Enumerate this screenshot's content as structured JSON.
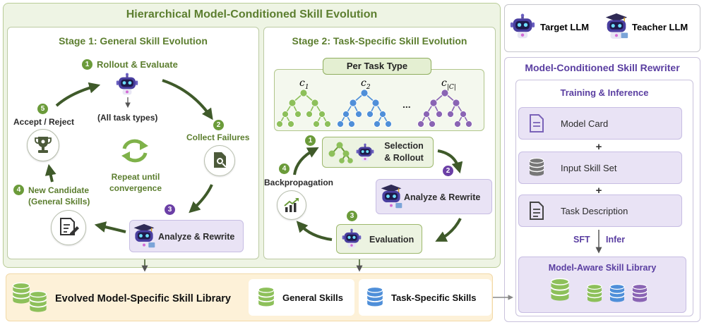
{
  "main": {
    "title": "Hierarchical Model-Conditioned Skill Evolution"
  },
  "stage1": {
    "title": "Stage 1: General Skill Evolution",
    "steps": [
      {
        "num": "1",
        "label": "Rollout & Evaluate"
      },
      {
        "num": "2",
        "label": "Collect Failures"
      },
      {
        "num": "3",
        "label": "Analyze & Rewrite"
      },
      {
        "num": "4",
        "label": "New Candidate",
        "sub": "(General Skills)"
      },
      {
        "num": "5",
        "label": "Accept / Reject"
      }
    ],
    "all_task_types": "(All task types)",
    "repeat_line1": "Repeat until",
    "repeat_line2": "convergence"
  },
  "stage2": {
    "title": "Stage 2: Task-Specific Skill Evolution",
    "per_task_type": "Per Task Type",
    "trees": [
      {
        "label": "c",
        "sub": "1",
        "color": "#8dc05a"
      },
      {
        "label": "c",
        "sub": "2",
        "color": "#4f8fd9"
      },
      {
        "label": "c",
        "sub": "|C|",
        "color": "#8a64b4"
      }
    ],
    "ellipsis": "...",
    "steps": [
      {
        "num": "1",
        "label1": "Selection",
        "label2": "& Rollout"
      },
      {
        "num": "2",
        "label": "Analyze & Rewrite"
      },
      {
        "num": "3",
        "label": "Evaluation"
      },
      {
        "num": "4",
        "label": "Backpropagation"
      }
    ]
  },
  "legend": {
    "target": "Target LLM",
    "teacher": "Teacher LLM"
  },
  "rewriter": {
    "title": "Model-Conditioned Skill Rewriter",
    "subtitle": "Training & Inference",
    "inputs": [
      "Model Card",
      "Input Skill Set",
      "Task Description"
    ],
    "plus": "+",
    "sft": "SFT",
    "infer": "Infer",
    "output": "Model-Aware Skill Library"
  },
  "library": {
    "title": "Evolved Model-Specific Skill Library",
    "general": "General Skills",
    "task_specific": "Task-Specific Skills"
  },
  "colors": {
    "green": "#8dc05a",
    "blue": "#4f8fd9",
    "purple": "#8a64b4",
    "arrow": "#3f5a2a",
    "title_green": "#5c7e2f",
    "title_purple": "#5a3ea1"
  },
  "icons": [
    "robot-icon",
    "teacher-robot-icon",
    "refresh-icon",
    "trophy-icon",
    "document-search-icon",
    "edit-document-icon",
    "chart-up-icon",
    "document-icon",
    "database-icon",
    "tree-icon"
  ]
}
